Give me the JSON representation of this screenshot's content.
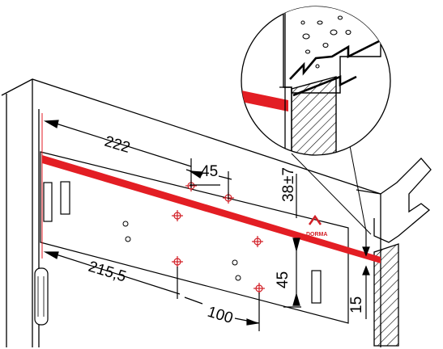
{
  "dimensions": {
    "d222": "222",
    "d45_top": "45",
    "d38": "38",
    "d38_tol": "±7",
    "d45_side": "45",
    "d215": "215,5",
    "d100": "100",
    "d15": "15"
  },
  "logo": {
    "text": "DORMA"
  },
  "colors": {
    "accent": "#e31e24",
    "line": "#000000",
    "hatch": "#000000"
  }
}
